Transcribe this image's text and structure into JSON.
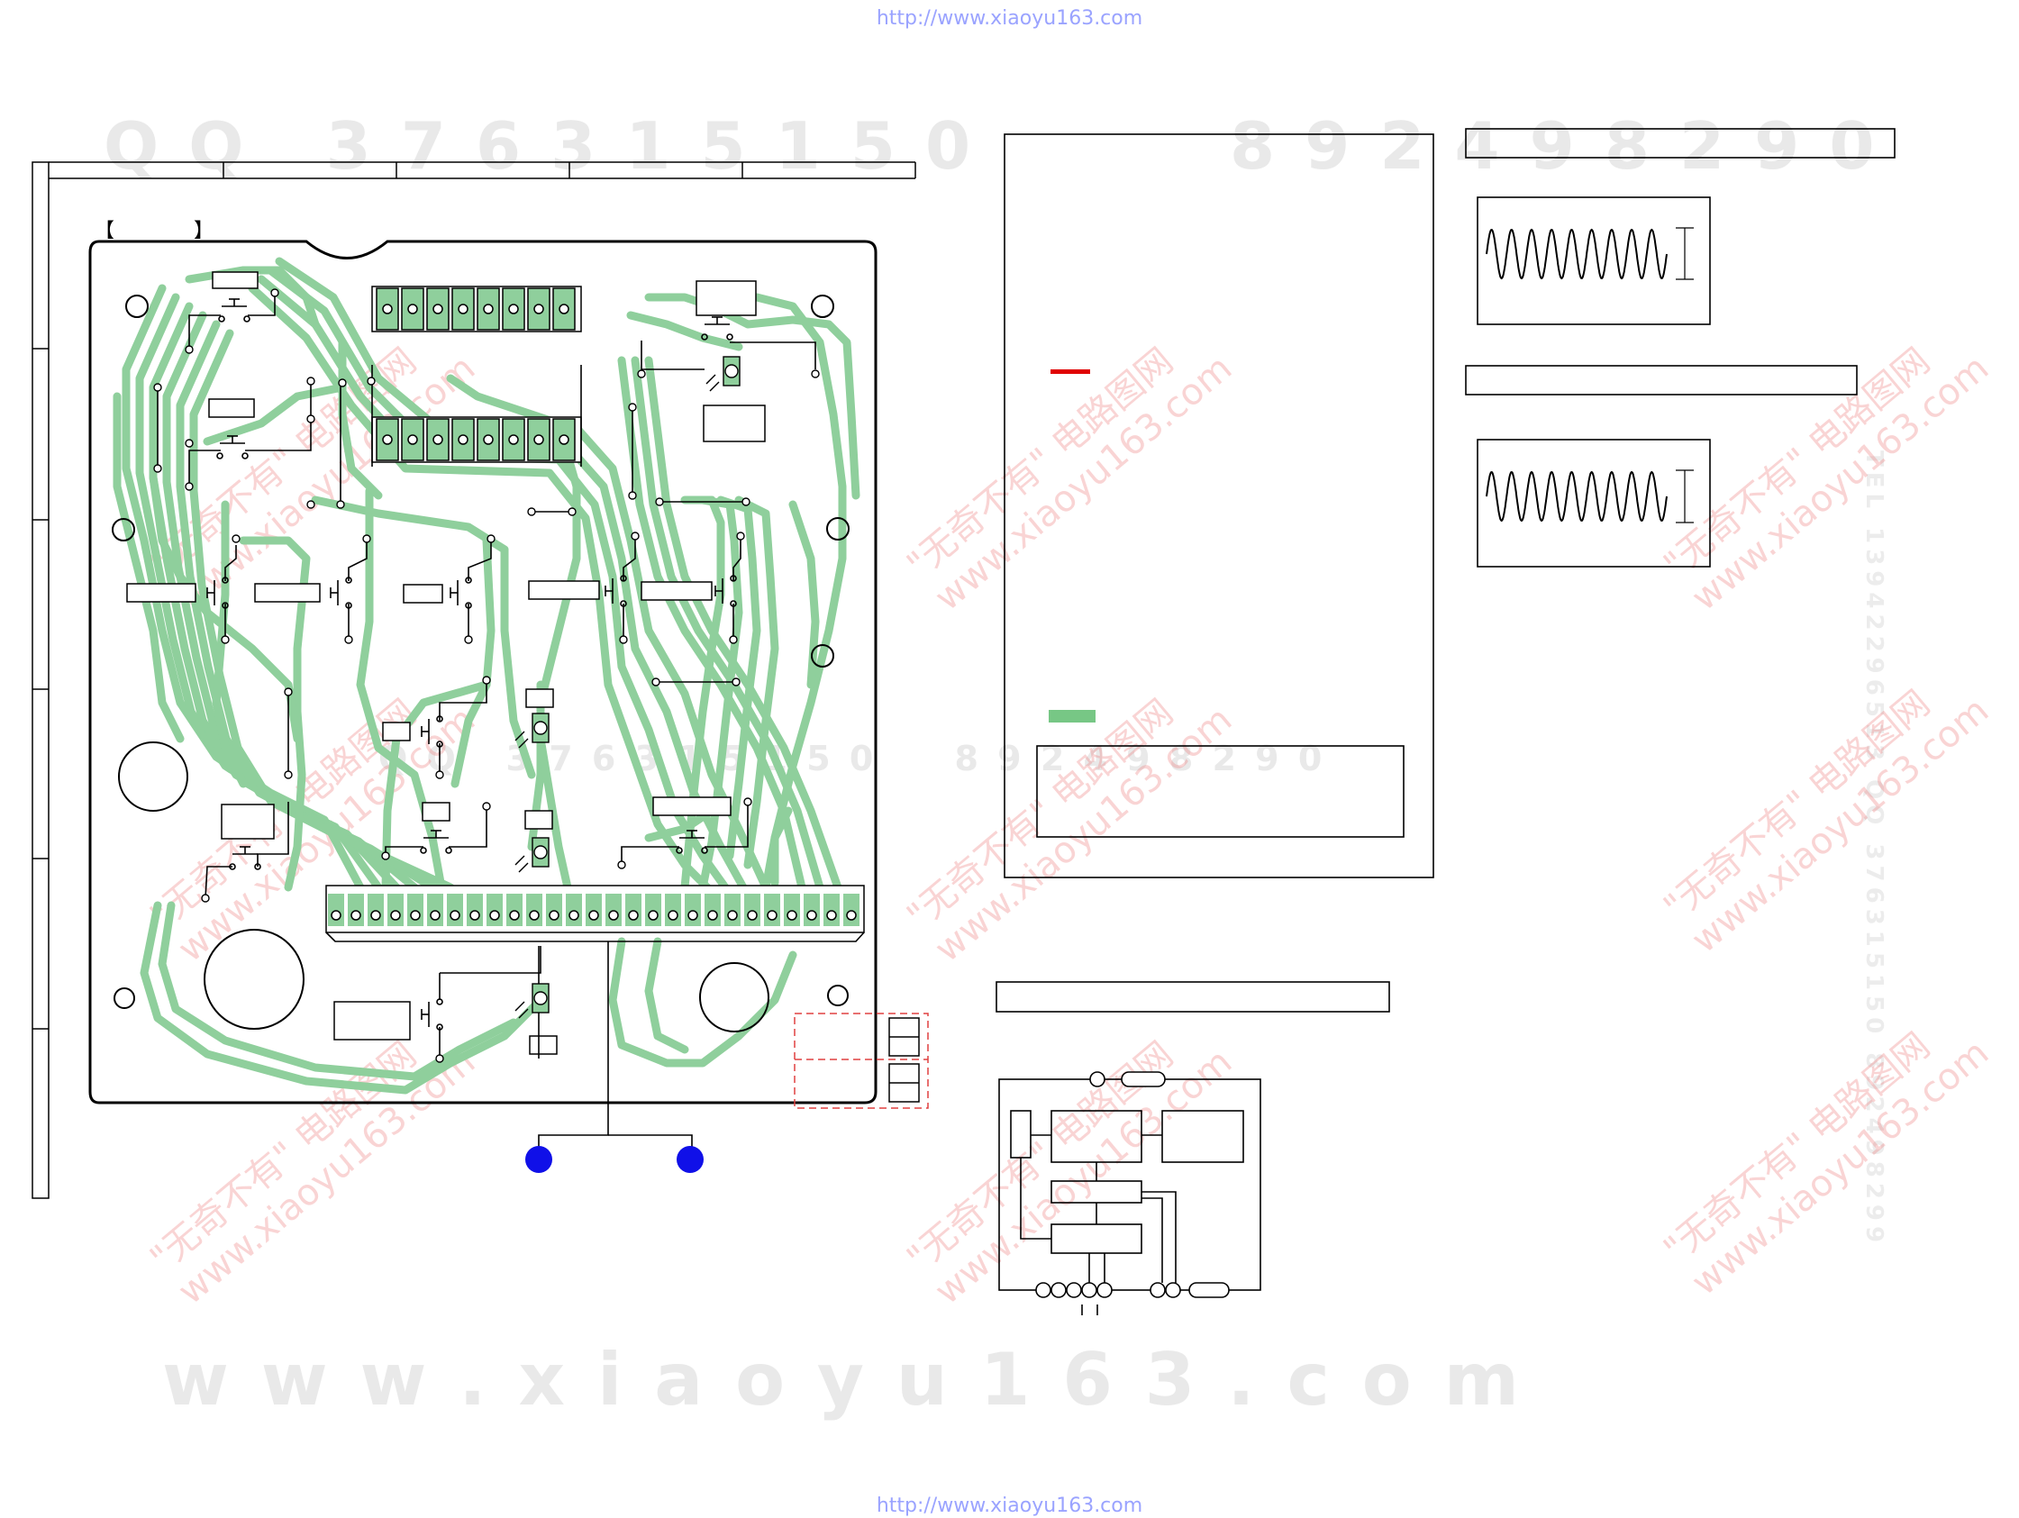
{
  "header_url": "http://www.xiaoyu163.com",
  "footer_url": "http://www.xiaoyu163.com",
  "watermarks": {
    "digits_top_left": "Q Q   3 7 6 3 1 5 1 5 0",
    "digits_top_right": "8 9 2 4 9 8 2 9 0",
    "digits_mid": "Q Q   3 7 6 3 1 5 1 5 0     8 9 2 4 9 8 2 9 0",
    "website_bottom": "w w w . x i a o y u 1 6 3 . c o m",
    "tel_vertical": "TEL 13942296513  QQ 376315150  892498299",
    "cn_line1": "\"无奇不有\" 电路图网",
    "cn_line2": "www.xiaoyu163.com"
  },
  "board": {
    "title_bracket_left": "【",
    "title_bracket_right": "】",
    "trace_color": "#8fcf9c",
    "outline_color": "#000000"
  },
  "connectors": {
    "accent": "#1010e8"
  },
  "legend": {
    "red_swatch": "#e00000",
    "green_swatch": "#77c785"
  },
  "side_panels": {
    "dashed_box_color": "#e04040"
  }
}
